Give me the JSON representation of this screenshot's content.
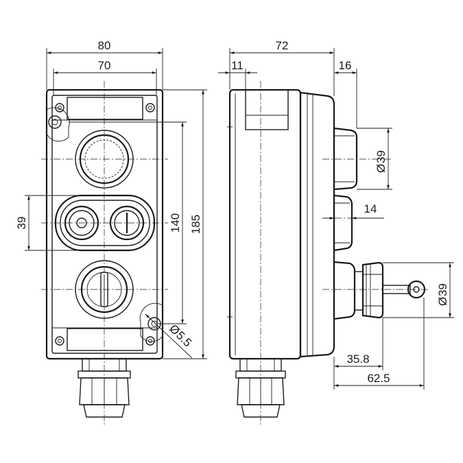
{
  "dimensions": {
    "front_width_outer": "80",
    "front_width_inner": "70",
    "front_height_total": "185",
    "front_height_mount": "140",
    "front_button_spacing": "39",
    "front_hole_dia": "5.5",
    "side_depth_total": "72",
    "side_flange": "11",
    "side_button_depth": "16",
    "side_button_dia": "39",
    "side_mid_button": "14",
    "side_key_dia": "39",
    "side_key_depth_a": "35.8",
    "side_key_depth_b": "62.5"
  },
  "symbols": {
    "diameter": "Ø"
  }
}
